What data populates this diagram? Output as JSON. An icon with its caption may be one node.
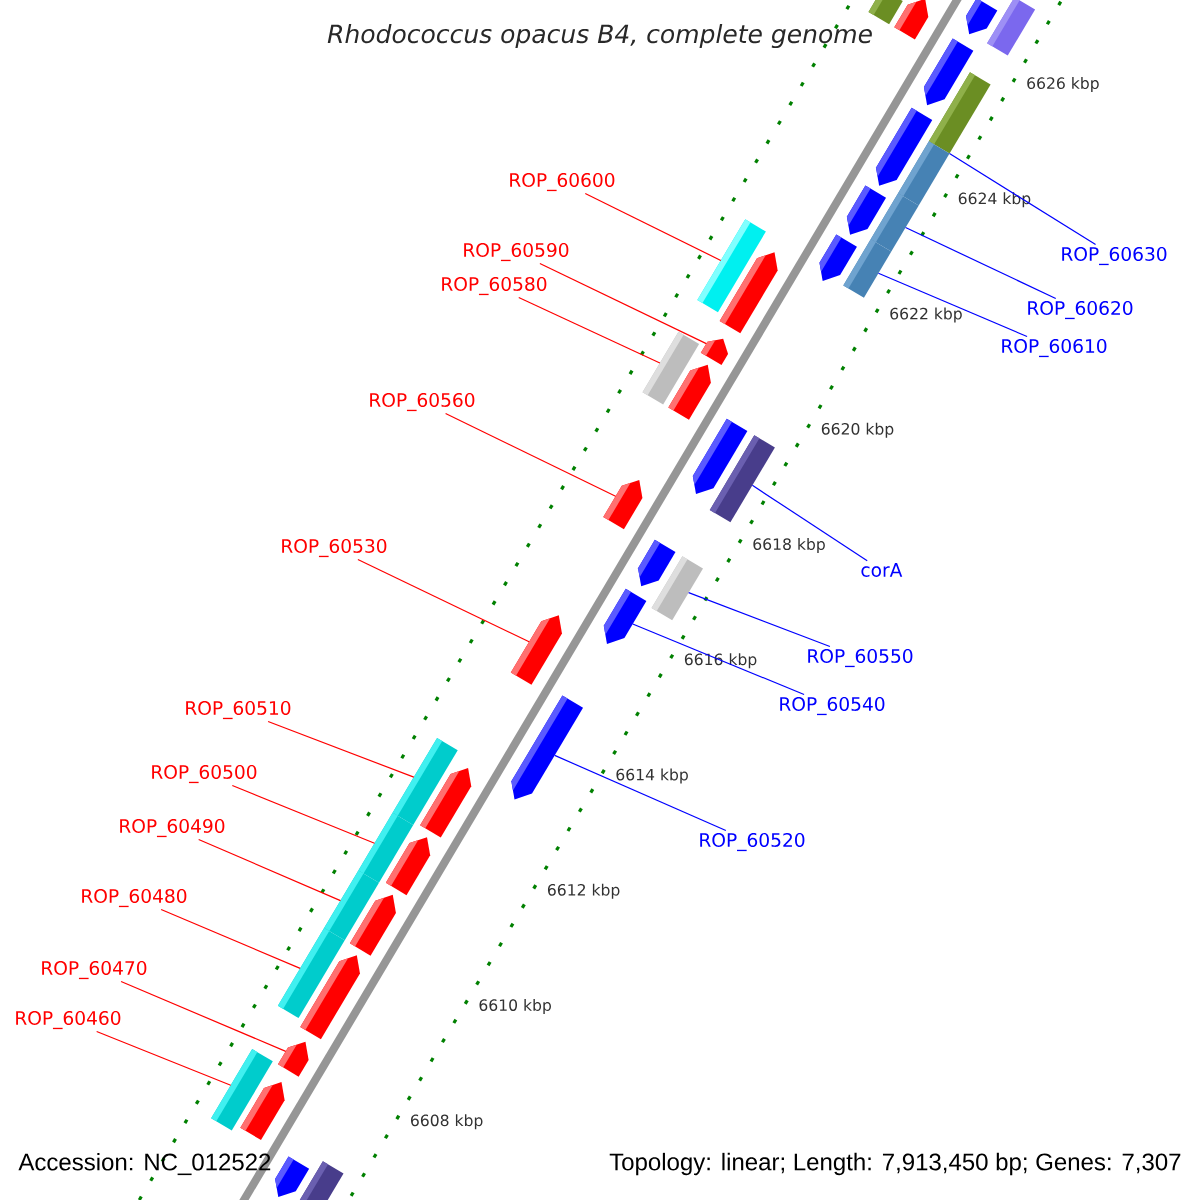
{
  "diagram": {
    "title": "Rhodococcus opacus B4, complete genome",
    "nodes": [
      {
        "text": [
          "ROP_60630"
        ]
      },
      {
        "text": [
          "ROP_60600"
        ]
      },
      {
        "text": [
          "ROP_60590"
        ]
      },
      {
        "text": [
          "ROP_60620"
        ]
      },
      {
        "text": [
          "ROP_60580"
        ]
      },
      {
        "text": [
          "ROP_60610"
        ]
      },
      {
        "text": [
          "ROP_60560"
        ]
      },
      {
        "text": [
          "corA"
        ]
      },
      {
        "text": [
          "ROP_60530"
        ]
      },
      {
        "text": [
          "ROP_60550"
        ]
      },
      {
        "text": [
          "ROP_60540"
        ]
      },
      {
        "text": [
          "ROP_60510"
        ]
      },
      {
        "text": [
          "ROP_60500"
        ]
      },
      {
        "text": [
          "ROP_60520"
        ]
      },
      {
        "text": [
          "ROP_60490"
        ]
      },
      {
        "text": [
          "ROP_60480"
        ]
      },
      {
        "text": [
          "ROP_60470"
        ]
      },
      {
        "text": [
          "ROP_60460"
        ]
      },
      {
        "text": [],
        "shape": "box"
      },
      {
        "text": [],
        "shape": "arrow"
      },
      {
        "text": [],
        "shape": "arrow"
      },
      {
        "text": [],
        "shape": "box"
      },
      {
        "text": [],
        "shape": "arrow"
      },
      {
        "text": [],
        "shape": "box"
      },
      {
        "text": [],
        "shape": "arrow"
      },
      {
        "text": [],
        "shape": "box"
      },
      {
        "text": [],
        "shape": "arrow"
      },
      {
        "text": [],
        "shape": "box"
      },
      {
        "text": [],
        "shape": "arrow"
      },
      {
        "text": [],
        "shape": "box"
      },
      {
        "text": [],
        "shape": "box"
      },
      {
        "text": [],
        "shape": "arrow"
      },
      {
        "text": [],
        "shape": "arrow"
      },
      {
        "text": [],
        "shape": "box"
      },
      {
        "text": [],
        "shape": "arrow"
      },
      {
        "text": [],
        "shape": "arrow"
      },
      {
        "text": [],
        "shape": "box"
      },
      {
        "text": [],
        "shape": "arrow"
      },
      {
        "text": [],
        "shape": "arrow"
      },
      {
        "text": [],
        "shape": "box"
      },
      {
        "text": [],
        "shape": "arrow"
      },
      {
        "text": [],
        "shape": "arrow"
      },
      {
        "text": [],
        "shape": "arrow"
      },
      {
        "text": [],
        "shape": "box"
      },
      {
        "text": [],
        "shape": "arrow"
      },
      {
        "text": [],
        "shape": "box"
      },
      {
        "text": [],
        "shape": "arrow"
      },
      {
        "text": [],
        "shape": "box"
      },
      {
        "text": [],
        "shape": "arrow"
      },
      {
        "text": [],
        "shape": "box"
      },
      {
        "text": [],
        "shape": "arrow"
      },
      {
        "text": [],
        "shape": "arrow"
      },
      {
        "text": [],
        "shape": "box"
      },
      {
        "text": [],
        "shape": "arrow"
      },
      {
        "text": [],
        "shape": "arrow"
      },
      {
        "text": [],
        "shape": "box"
      }
    ],
    "edges": [
      {
        "from": 0,
        "to": 25,
        "arrow": "none",
        "color": "#0000ff"
      },
      {
        "from": 1,
        "to": 30,
        "arrow": "none"
      },
      {
        "from": 2,
        "to": 32,
        "arrow": "none"
      },
      {
        "from": 3,
        "to": 27,
        "arrow": "none",
        "color": "#0000ff"
      },
      {
        "from": 4,
        "to": 33,
        "arrow": "none"
      },
      {
        "from": 5,
        "to": 29,
        "arrow": "none",
        "color": "#0000ff"
      },
      {
        "from": 6,
        "to": 37,
        "arrow": "none"
      },
      {
        "from": 7,
        "to": 36,
        "arrow": "none",
        "color": "#0000ff"
      },
      {
        "from": 8,
        "to": 41,
        "arrow": "none"
      },
      {
        "from": 9,
        "to": 39,
        "arrow": "none",
        "color": "#0000ff"
      },
      {
        "from": 10,
        "to": 40,
        "arrow": "none",
        "color": "#0000ff"
      },
      {
        "from": 11,
        "to": 43,
        "arrow": "none"
      },
      {
        "from": 12,
        "to": 45,
        "arrow": "none"
      },
      {
        "from": 13,
        "to": 42,
        "arrow": "none",
        "color": "#0000ff"
      },
      {
        "from": 14,
        "to": 47,
        "arrow": "none"
      },
      {
        "from": 15,
        "to": 49,
        "arrow": "none"
      },
      {
        "from": 16,
        "to": 51,
        "arrow": "none"
      },
      {
        "from": 17,
        "to": 52,
        "arrow": "none"
      }
    ],
    "labels": [
      "6626 kbp",
      "6624 kbp",
      "6622 kbp",
      "6620 kbp",
      "6618 kbp",
      "6616 kbp",
      "6614 kbp",
      "6612 kbp",
      "6610 kbp",
      "6608 kbp",
      "Accession: NC_012522",
      "Topology: linear; Length: 7,913,450 bp; Genes: 7,307"
    ]
  }
}
